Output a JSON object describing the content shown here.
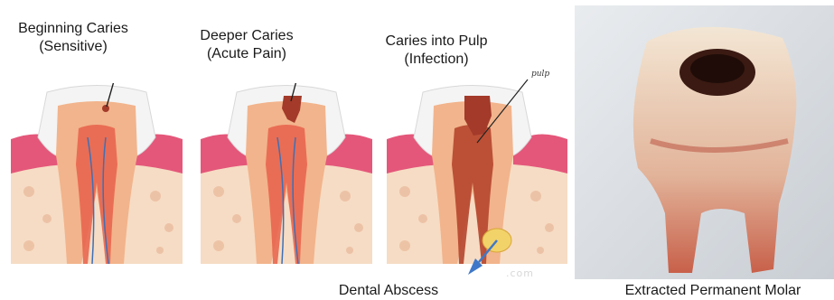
{
  "stages": [
    {
      "line1": "Beginning Caries",
      "line2": "(Sensitive)"
    },
    {
      "line1": "Deeper Caries",
      "line2": "(Acute Pain)"
    },
    {
      "line1": "Caries into Pulp",
      "line2": "(Infection)"
    }
  ],
  "pulp_tag": "pulp",
  "abscess_label": "Dental Abscess",
  "photo_label": "Extracted Permanent Molar",
  "watermark": ".com",
  "colors": {
    "enamel": "#f4f4f4",
    "dentin": "#f2b48c",
    "pulp": "#e8604a",
    "gum": "#e4577a",
    "bone": "#f6dcc4",
    "decay": "#a33a2a",
    "abscess": "#f2d36a",
    "arrow": "#3f78c8"
  }
}
